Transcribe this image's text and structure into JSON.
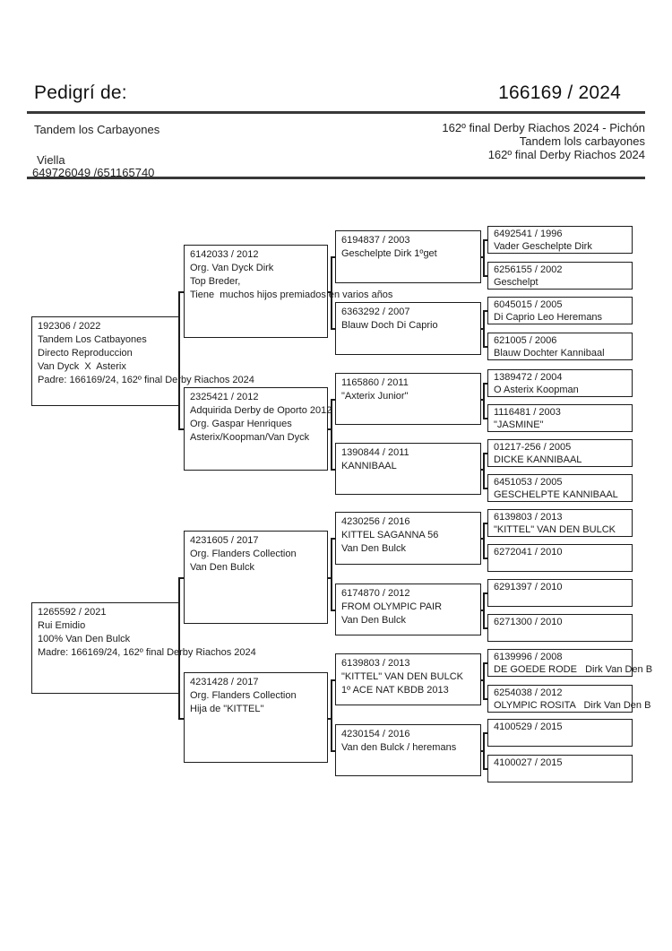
{
  "header": {
    "title": "Pedigrí de:",
    "ring_number": "166169 / 2024",
    "owner": "Tandem los Carbayones",
    "result_line1": "162º final Derby Riachos 2024 - Pichón",
    "result_line2": "Tandem lols carbayones",
    "result_line3": "162º final Derby Riachos 2024",
    "location": "Viella",
    "phones": "649726049 /651165740"
  },
  "tree": {
    "gen1": [
      {
        "lines": [
          "192306 / 2022",
          "Tandem Los Catbayones",
          "Directo Reproduccion",
          "Van Dyck  X  Asterix",
          "Padre: 166169/24, 162º final Derby Riachos 2024"
        ]
      },
      {
        "lines": [
          "1265592 / 2021",
          "Rui Emidio",
          "100% Van Den Bulck",
          "Madre: 166169/24, 162º final Derby Riachos 2024"
        ]
      }
    ],
    "gen2": [
      {
        "lines": [
          "6142033 / 2012",
          "Org. Van Dyck Dirk",
          "Top Breder,",
          "Tiene  muchos hijos premiados en varios años"
        ]
      },
      {
        "lines": [
          "2325421 / 2012",
          "Adquirida Derby de Oporto 2012",
          "Org. Gaspar Henriques",
          "Asterix/Koopman/Van Dyck"
        ]
      },
      {
        "lines": [
          "4231605 / 2017",
          "Org. Flanders Collection",
          "Van Den Bulck"
        ]
      },
      {
        "lines": [
          "4231428 / 2017",
          "Org. Flanders Collection",
          "Hija de \"KITTEL\""
        ]
      }
    ],
    "gen3": [
      {
        "lines": [
          "6194837 / 2003",
          "Geschelpte Dirk 1ºget"
        ]
      },
      {
        "lines": [
          "6363292 / 2007",
          "Blauw Doch Di Caprio"
        ]
      },
      {
        "lines": [
          "1165860 / 2011",
          "\"Axterix Junior\""
        ]
      },
      {
        "lines": [
          "1390844 / 2011",
          "KANNIBAAL"
        ]
      },
      {
        "lines": [
          "4230256 / 2016",
          "KITTEL SAGANNA 56",
          "Van Den Bulck"
        ]
      },
      {
        "lines": [
          "6174870 / 2012",
          "FROM OLYMPIC PAIR",
          "Van Den Bulck"
        ]
      },
      {
        "lines": [
          "6139803 / 2013",
          "\"KITTEL\" VAN DEN BULCK",
          "1º ACE NAT KBDB 2013"
        ]
      },
      {
        "lines": [
          "4230154 / 2016",
          "Van den Bulck / heremans"
        ]
      }
    ],
    "gen4": [
      {
        "lines": [
          "6492541 / 1996",
          "Vader Geschelpte Dirk"
        ]
      },
      {
        "lines": [
          "6256155 / 2002",
          "Geschelpt"
        ]
      },
      {
        "lines": [
          "6045015 / 2005",
          "Di Caprio Leo Heremans"
        ]
      },
      {
        "lines": [
          "621005 / 2006",
          "Blauw Dochter Kannibaal"
        ]
      },
      {
        "lines": [
          "1389472 / 2004",
          "O Asterix Koopman"
        ]
      },
      {
        "lines": [
          "1116481 / 2003",
          "\"JASMINE\""
        ]
      },
      {
        "lines": [
          "01217-256 / 2005",
          "DICKE KANNIBAAL"
        ]
      },
      {
        "lines": [
          "6451053 / 2005",
          "GESCHELPTE KANNIBAAL"
        ]
      },
      {
        "lines": [
          "6139803 / 2013",
          "\"KITTEL\" VAN DEN BULCK"
        ]
      },
      {
        "lines": [
          "6272041 / 2010"
        ]
      },
      {
        "lines": [
          "6291397 / 2010"
        ]
      },
      {
        "lines": [
          "6271300 / 2010"
        ]
      },
      {
        "lines": [
          "6139996 / 2008",
          "DE GOEDE RODE   Dirk Van Den B"
        ]
      },
      {
        "lines": [
          "6254038 / 2012",
          "OLYMPIC ROSITA   Dirk Van Den B"
        ]
      },
      {
        "lines": [
          "4100529 / 2015"
        ]
      },
      {
        "lines": [
          "4100027 / 2015"
        ]
      }
    ]
  }
}
